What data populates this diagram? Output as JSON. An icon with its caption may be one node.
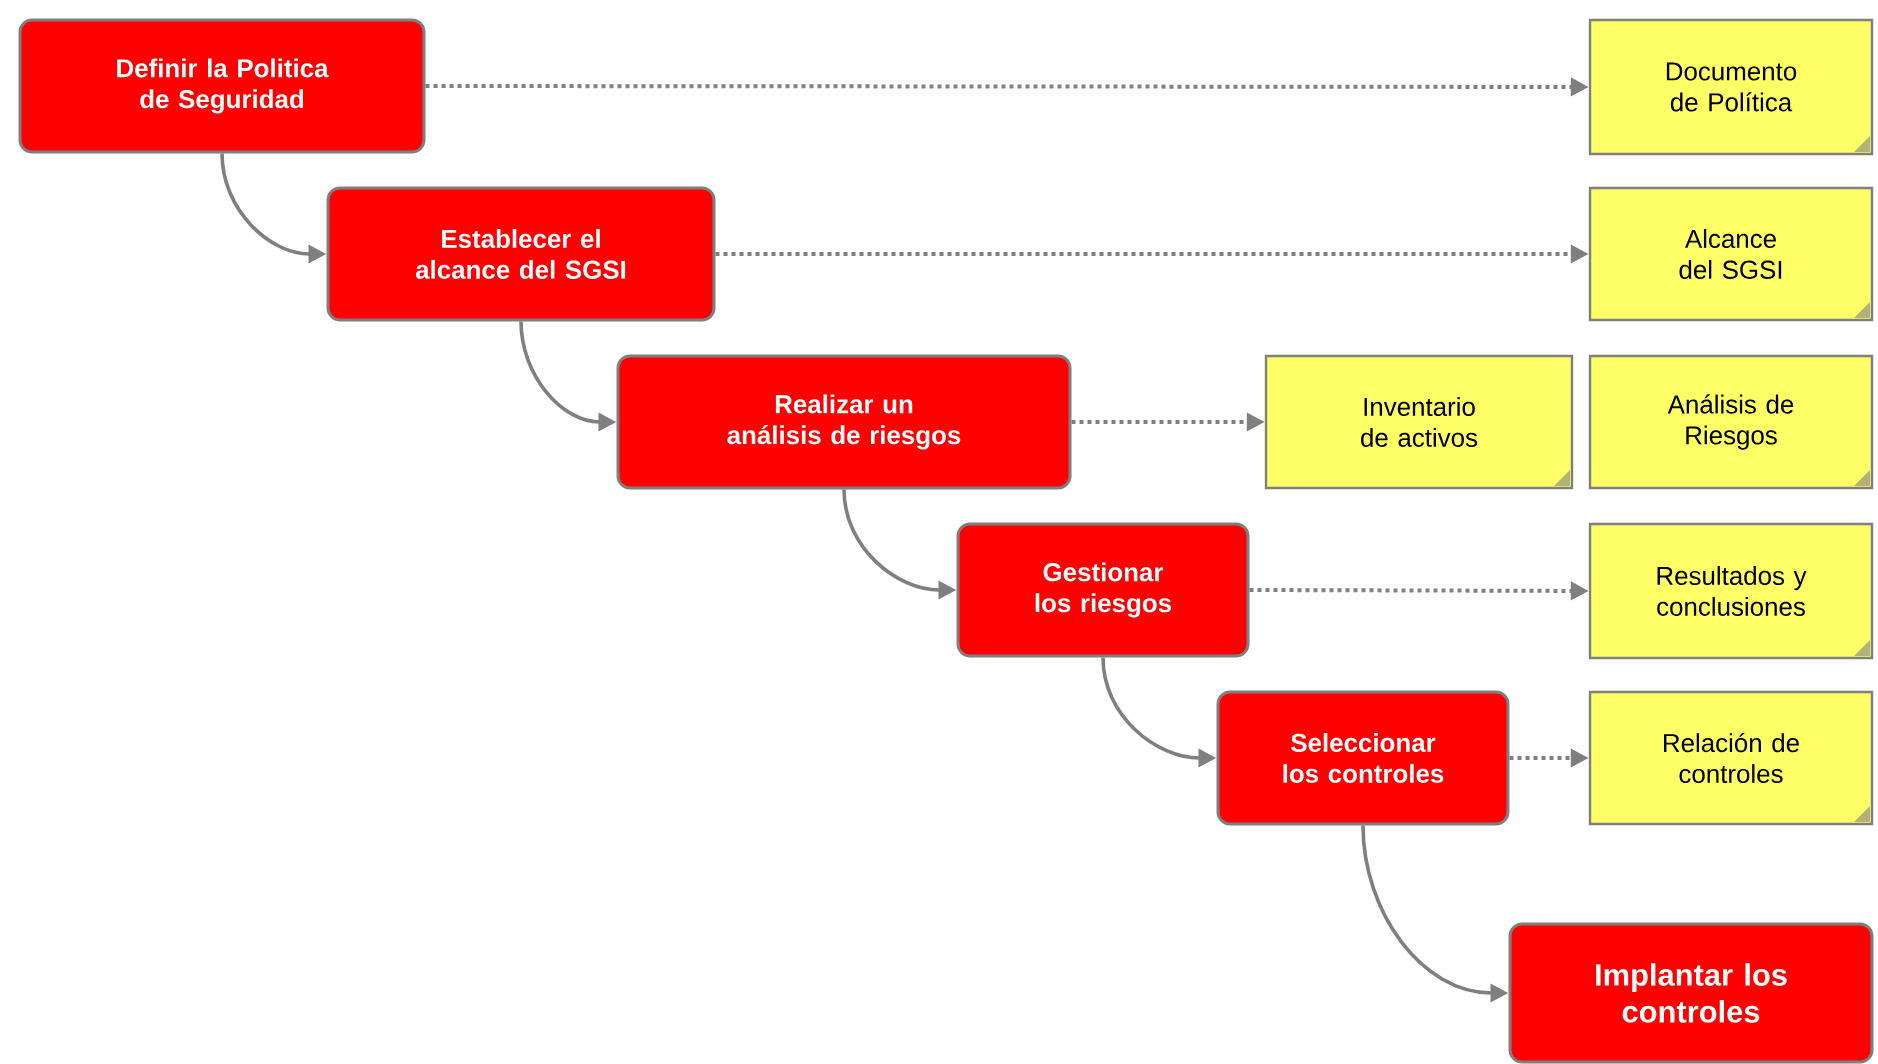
{
  "diagram": {
    "nodes": [
      {
        "text": [
          "Definir la Politica de Seguridad"
        ]
      },
      {
        "text": [
          "Documento de Política"
        ]
      },
      {
        "text": [
          "Establecer el alcance del SGSI"
        ]
      },
      {
        "text": [
          "Alcance del SGSI"
        ]
      },
      {
        "text": [
          "Realizar un análisis de riesgos"
        ]
      },
      {
        "text": [
          "Inventario de activos"
        ]
      },
      {
        "text": [
          "Análisis de Riesgos"
        ]
      },
      {
        "text": [
          "Gestionar los riesgos"
        ]
      },
      {
        "text": [
          "Resultados y conclusiones"
        ]
      },
      {
        "text": [
          "Seleccionar los controles"
        ]
      },
      {
        "text": [
          "Relación de controles"
        ]
      },
      {
        "text": [
          "Implantar los controles"
        ]
      }
    ],
    "edges": [
      {
        "from": 0,
        "to": 1,
        "arrow": "to",
        "style": "dashed"
      },
      {
        "from": 0,
        "to": 2,
        "arrow": "to"
      },
      {
        "from": 2,
        "to": 3,
        "arrow": "to",
        "style": "dashed"
      },
      {
        "from": 2,
        "to": 4,
        "arrow": "to"
      },
      {
        "from": 4,
        "to": 5,
        "arrow": "to",
        "style": "dashed"
      },
      {
        "from": 4,
        "to": 7,
        "arrow": "to"
      },
      {
        "from": 7,
        "to": 8,
        "arrow": "to",
        "style": "dashed"
      },
      {
        "from": 7,
        "to": 9,
        "arrow": "to"
      },
      {
        "from": 9,
        "to": 10,
        "arrow": "to",
        "style": "dashed"
      },
      {
        "from": 9,
        "to": 11,
        "arrow": "to"
      }
    ]
  }
}
